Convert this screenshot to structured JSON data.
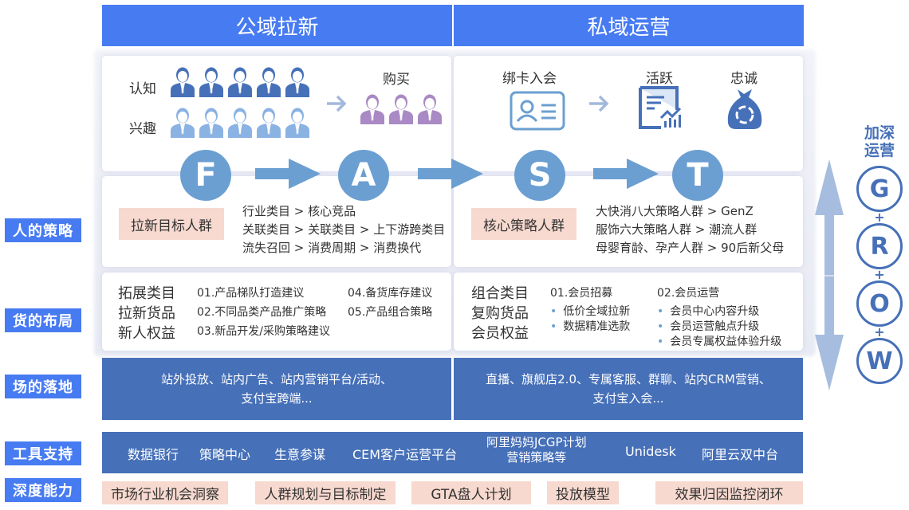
{
  "headers": {
    "public": "公域拉新",
    "private": "私域运营"
  },
  "row_labels": {
    "people": "人的策略",
    "goods": "货的布局",
    "venue": "场的落地",
    "tools": "工具支持",
    "depth": "深度能力"
  },
  "funnel": {
    "awareness": "认知",
    "interest": "兴趣",
    "purchase": "购买",
    "bind": "绑卡入会",
    "active": "活跃",
    "loyal": "忠诚"
  },
  "fast_letters": [
    "F",
    "A",
    "S",
    "T"
  ],
  "public_people": {
    "tag": "拉新目标人群",
    "lines": [
      "行业类目 > 核心竞品",
      "关联类目 > 关联类目 > 上下游跨类目",
      "流失召回 > 消费周期 > 消费换代"
    ]
  },
  "private_people": {
    "tag": "核心策略人群",
    "lines": [
      "大快消八大策略人群 > GenZ",
      "服饰六大策略人群 > 潮流人群",
      "母婴育龄、孕产人群 > 90后新父母"
    ]
  },
  "public_goods": {
    "labels": [
      "拓展类目",
      "拉新货品",
      "新人权益"
    ],
    "col1": [
      "01.产品梯队打造建议",
      "02.不同品类产品推广策略",
      "03.新品开发/采购策略建议"
    ],
    "col2": [
      "04.备货库存建议",
      "05.产品组合策略"
    ]
  },
  "private_goods": {
    "labels": [
      "组合类目",
      "复购货品",
      "会员权益"
    ],
    "group1": {
      "title": "01.会员招募",
      "items": [
        "低价全域拉新",
        "数据精准选款"
      ]
    },
    "group2": {
      "title": "02.会员运营",
      "items": [
        "会员中心内容升级",
        "会员运营触点升级",
        "会员专属权益体验升级"
      ]
    }
  },
  "venue": {
    "public": [
      "站外投放、站内广告、站内营销平台/活动、",
      "支付宝跨端..."
    ],
    "private": [
      "直播、旗舰店2.0、专属客服、群聊、站内CRM营销、",
      "支付宝入会..."
    ]
  },
  "tools": [
    "数据银行",
    "策略中心",
    "生意参谋",
    "CEM客户运营平台",
    "阿里妈妈JCGP计划",
    "营销策略等",
    "Unidesk",
    "阿里云双中台"
  ],
  "depth": [
    "市场行业机会洞察",
    "人群规划与目标制定",
    "GTA盘人计划",
    "投放模型",
    "效果归因监控闭环"
  ],
  "grow": {
    "title_line1": "加深",
    "title_line2": "运营",
    "letters": [
      "G",
      "R",
      "O",
      "W"
    ],
    "plus": "+"
  },
  "colors": {
    "header_blue": "#477bf2",
    "band_blue": "#4670b8",
    "circle_blue": "#6b9fd1",
    "pink": "#f7d9cf",
    "awareness_person": "#4670b8",
    "interest_person": "#8ab2e3",
    "purchase_person": "#a98ac4"
  }
}
